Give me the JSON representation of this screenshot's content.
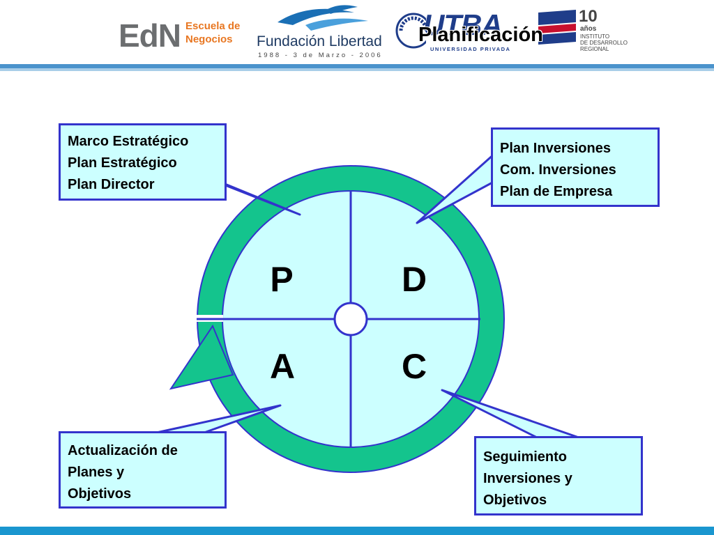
{
  "header": {
    "logos": {
      "edn": {
        "mark": "EdN",
        "line1": "Escuela de",
        "line2": "Negocios"
      },
      "fundacion": {
        "name": "Fundación Libertad",
        "date": "1988 - 3 de Marzo - 2006"
      },
      "utba": {
        "mark": "UTBA",
        "sub": "UNIVERSIDAD PRIVADA"
      },
      "idr": {
        "num": "10",
        "anos": "años",
        "line1": "INSTITUTO",
        "line2": "DE DESARROLLO",
        "line3": "REGIONAL"
      }
    },
    "title": "Planificación"
  },
  "cycle": {
    "quadrants": {
      "p": "P",
      "d": "D",
      "a": "A",
      "c": "C"
    }
  },
  "callouts": {
    "plan": [
      "Marco Estratégico",
      "Plan Estratégico",
      "Plan Director"
    ],
    "do": [
      "Plan Inversiones",
      "Com. Inversiones",
      "Plan de Empresa"
    ],
    "act": [
      "Actualización de",
      "Planes y",
      "Objetivos"
    ],
    "check": [
      "Seguimiento",
      "Inversiones y",
      "Objetivos"
    ]
  },
  "colors": {
    "ring": "#14c48d",
    "quadrant_fill": "#ccffff",
    "outline": "#3333cc",
    "header_rule": "#4b93cc",
    "footer_bar": "#1a96cf"
  }
}
